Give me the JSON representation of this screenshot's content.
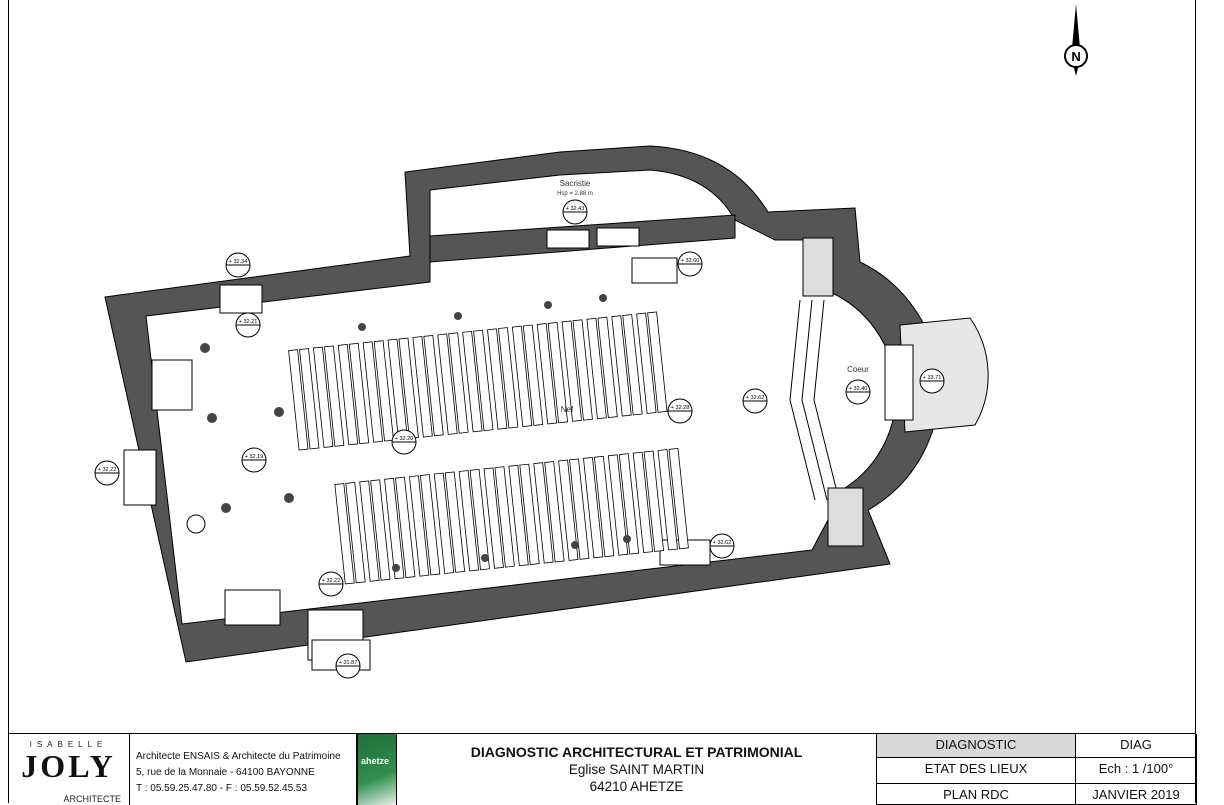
{
  "plan": {
    "rooms": {
      "sacristie": "Sacristie",
      "hsp": "Hsp = 2.88 m",
      "nef": "Nef",
      "coeur": "Coeur"
    },
    "north_label": "N",
    "levels": [
      "+ 32.34",
      "+ 32.21",
      "+ 32.19",
      "+ 32.22",
      "+ 32.20",
      "+ 32.22",
      "+ 31.87",
      "+ 32.28",
      "+ 32.62",
      "+ 32.40",
      "+ 33.71",
      "+ 32.60",
      "+ 32.62",
      "+ 32.43"
    ]
  },
  "title_block": {
    "logo": {
      "top": "ISABELLE",
      "name": "JOLY",
      "sub": "ARCHITECTE"
    },
    "address": [
      "Architecte ENSAIS & Architecte du Patrimoine",
      "5, rue de la Monnaie - 64100 BAYONNE",
      "T : 05.59.25.47.80 - F : 05.59.52.45.53"
    ],
    "partner_logo": "ahetze",
    "project": [
      "DIAGNOSTIC ARCHITECTURAL ET PATRIMONIAL",
      "Eglise SAINT MARTIN",
      "64210 AHETZE"
    ],
    "grid": [
      "DIAGNOSTIC",
      "DIAG",
      "ETAT DES LIEUX",
      "Ech : 1 /100°",
      "PLAN RDC",
      "JANVIER 2019"
    ]
  }
}
